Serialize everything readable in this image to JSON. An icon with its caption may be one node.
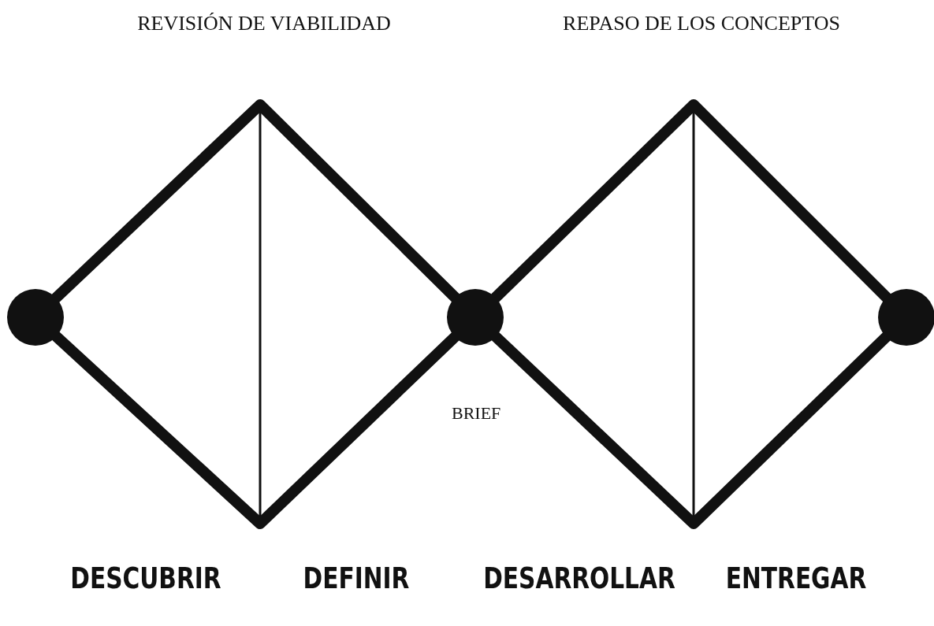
{
  "diagram": {
    "nodes": [
      {
        "text": [],
        "shape": "circle"
      },
      {
        "text": [],
        "shape": "circle",
        "beside": [
          "BRIEF"
        ]
      },
      {
        "text": [],
        "shape": "circle"
      }
    ],
    "edges": [
      {
        "from": 0,
        "to": 1,
        "arrow": "none"
      },
      {
        "from": 0,
        "to": 1,
        "arrow": "none"
      },
      {
        "from": 1,
        "to": 2,
        "arrow": "none"
      },
      {
        "from": 1,
        "to": 2,
        "arrow": "none"
      }
    ],
    "labels": [
      "REVISIÓN DE VIABILIDAD",
      "REPASO DE LOS CONCEPTOS",
      "DESCUBRIR",
      "DEFINIR",
      "DESARROLLAR",
      "ENTREGAR"
    ]
  }
}
